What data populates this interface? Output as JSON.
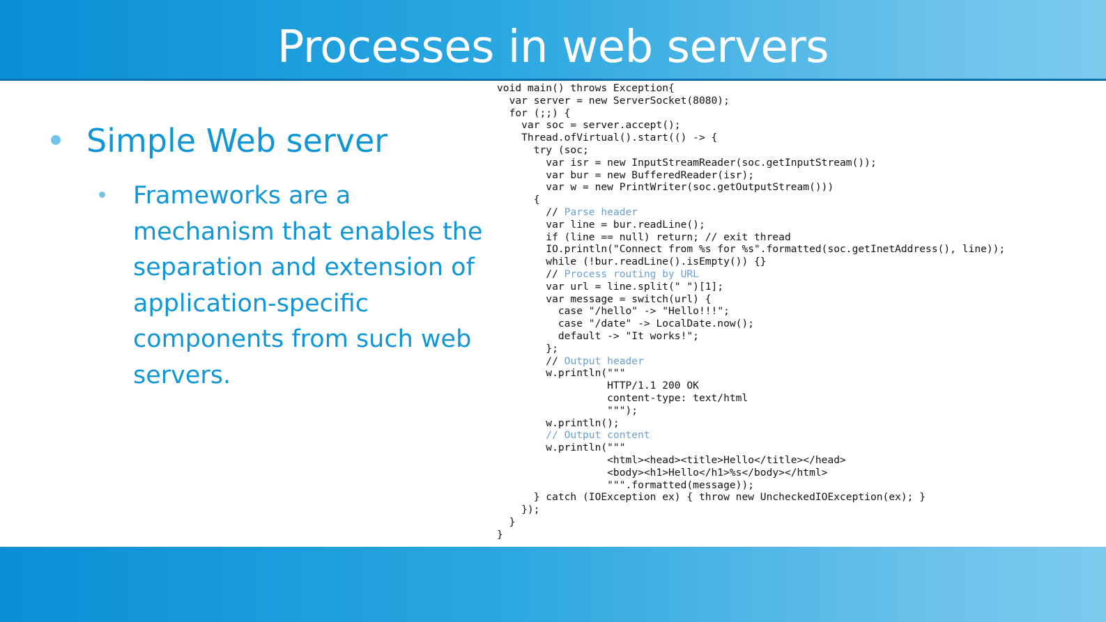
{
  "slide": {
    "title": "Processes in web servers",
    "bullet_level1": "Simple Web server",
    "bullet_level2": "Frameworks are a mechanism that enables the separation and extension of application-specific components from such web servers."
  },
  "code_lines": [
    {
      "pre": "void main() throws Exception{",
      "cmt": ""
    },
    {
      "pre": "  var server = new ServerSocket(8080);",
      "cmt": ""
    },
    {
      "pre": "  for (;;) {",
      "cmt": ""
    },
    {
      "pre": "    var soc = server.accept();",
      "cmt": ""
    },
    {
      "pre": "    Thread.ofVirtual().start(() -> {",
      "cmt": ""
    },
    {
      "pre": "      try (soc;",
      "cmt": ""
    },
    {
      "pre": "        var isr = new InputStreamReader(soc.getInputStream());",
      "cmt": ""
    },
    {
      "pre": "        var bur = new BufferedReader(isr);",
      "cmt": ""
    },
    {
      "pre": "        var w = new PrintWriter(soc.getOutputStream()))",
      "cmt": ""
    },
    {
      "pre": "      {",
      "cmt": ""
    },
    {
      "pre": "        // ",
      "cmt": "Parse header"
    },
    {
      "pre": "        var line = bur.readLine();",
      "cmt": ""
    },
    {
      "pre": "        if (line == null) return; // exit thread",
      "cmt": ""
    },
    {
      "pre": "        IO.println(\"Connect from %s for %s\".formatted(soc.getInetAddress(), line));",
      "cmt": ""
    },
    {
      "pre": "        while (!bur.readLine().isEmpty()) {}",
      "cmt": ""
    },
    {
      "pre": "        // ",
      "cmt": "Process routing by URL"
    },
    {
      "pre": "        var url = line.split(\" \")[1];",
      "cmt": ""
    },
    {
      "pre": "        var message = switch(url) {",
      "cmt": ""
    },
    {
      "pre": "          case \"/hello\" -> \"Hello!!!\";",
      "cmt": ""
    },
    {
      "pre": "          case \"/date\" -> LocalDate.now();",
      "cmt": ""
    },
    {
      "pre": "          default -> \"It works!\";",
      "cmt": ""
    },
    {
      "pre": "        };",
      "cmt": ""
    },
    {
      "pre": "        // ",
      "cmt": "Output header"
    },
    {
      "pre": "        w.println(\"\"\"",
      "cmt": ""
    },
    {
      "pre": "                  HTTP/1.1 200 OK",
      "cmt": ""
    },
    {
      "pre": "                  content-type: text/html",
      "cmt": ""
    },
    {
      "pre": "                  \"\"\");",
      "cmt": ""
    },
    {
      "pre": "        w.println();",
      "cmt": ""
    },
    {
      "pre": "        ",
      "cmt": "// Output content"
    },
    {
      "pre": "        w.println(\"\"\"",
      "cmt": ""
    },
    {
      "pre": "                  <html><head><title>Hello</title></head>",
      "cmt": ""
    },
    {
      "pre": "                  <body><h1>Hello</h1>%s</body></html>",
      "cmt": ""
    },
    {
      "pre": "                  \"\"\".formatted(message));",
      "cmt": ""
    },
    {
      "pre": "      } catch (IOException ex) { throw new UncheckedIOException(ex); }",
      "cmt": ""
    },
    {
      "pre": "    });",
      "cmt": ""
    },
    {
      "pre": "  }",
      "cmt": ""
    },
    {
      "pre": "}",
      "cmt": ""
    }
  ]
}
